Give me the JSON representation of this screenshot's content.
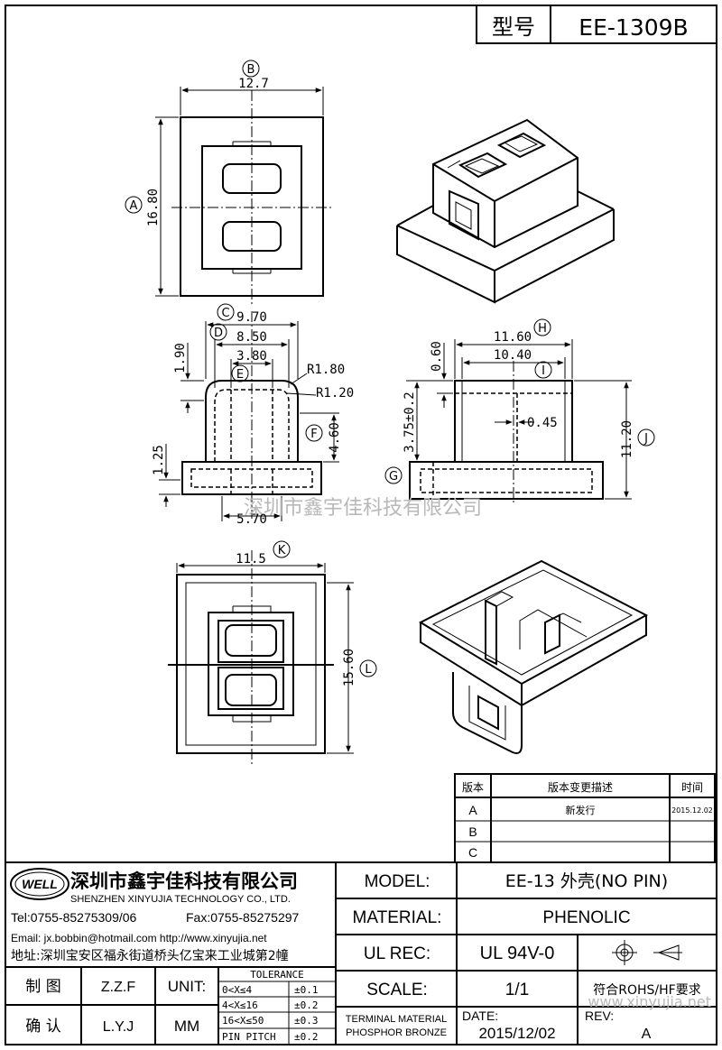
{
  "header": {
    "model_label": "型号",
    "model_value": "EE-1309B"
  },
  "dims": {
    "B": "12.7",
    "A": "16.80",
    "C": "9.70",
    "D": "8.50",
    "E": "3.80",
    "r1": "R1.80",
    "r2": "R1.20",
    "h190": "1.90",
    "F": "4.60",
    "h125": "1.25",
    "w570": "5.70",
    "H": "11.60",
    "I": "10.40",
    "h060": "0.60",
    "t045": "0.45",
    "h375": "3.75±0.2",
    "J": "11.20",
    "K": "11.5",
    "L": "15.60"
  },
  "markers": {
    "A": "A",
    "B": "B",
    "C": "C",
    "D": "D",
    "E": "E",
    "F": "F",
    "G": "G",
    "H": "H",
    "I": "I",
    "J": "J",
    "K": "K",
    "L": "L"
  },
  "watermark": {
    "center": "深圳市鑫宇佳科技有限公司",
    "corner": "www.xinyujia.net"
  },
  "revision": {
    "headers": [
      "版本",
      "版本变更描述",
      "时间"
    ],
    "rows": [
      {
        "ver": "A",
        "desc": "新发行",
        "date": "2015.12.02"
      },
      {
        "ver": "B",
        "desc": "",
        "date": ""
      },
      {
        "ver": "C",
        "desc": "",
        "date": ""
      }
    ]
  },
  "company": {
    "logo": "WELL",
    "name_cn": "深圳市鑫宇佳科技有限公司",
    "name_en": "SHENZHEN XINYUJIA TECHNOLOGY CO., LTD.",
    "tel": "Tel:0755-85275309/06",
    "fax": "Fax:0755-85275297",
    "email": "Email: jx.bobbin@hotmail.com http://www.xinyujia.net",
    "address": "地址:深圳宝安区福永街道桥头亿宝来工业城第2幢"
  },
  "signoff": {
    "draw_label": "制 图",
    "draw_value": "Z.Z.F",
    "check_label": "确 认",
    "check_value": "L.Y.J",
    "unit_label": "UNIT:",
    "unit_value": "MM"
  },
  "tolerance": {
    "title": "TOLERANCE",
    "rows": [
      {
        "range": "0<X≤4",
        "tol": "±0.1"
      },
      {
        "range": "4<X≤16",
        "tol": "±0.2"
      },
      {
        "range": "16<X≤50",
        "tol": "±0.3"
      },
      {
        "range": "PIN PITCH",
        "tol": "±0.2"
      }
    ]
  },
  "specs": {
    "model_label": "MODEL:",
    "model_value": "EE-13 外壳(NO PIN)",
    "material_label": "MATERIAL:",
    "material_value": "PHENOLIC",
    "ulrec_label": "UL REC:",
    "ulrec_value": "UL 94V-0",
    "scale_label": "SCALE:",
    "scale_value": "1/1",
    "rohs": "符合ROHS/HF要求",
    "terminal_line1": "TERMINAL MATERIAL",
    "terminal_line2": "PHOSPHOR BRONZE",
    "date_label": "DATE:",
    "date_value": "2015/12/02",
    "rev_label": "REV:",
    "rev_value": "A"
  }
}
